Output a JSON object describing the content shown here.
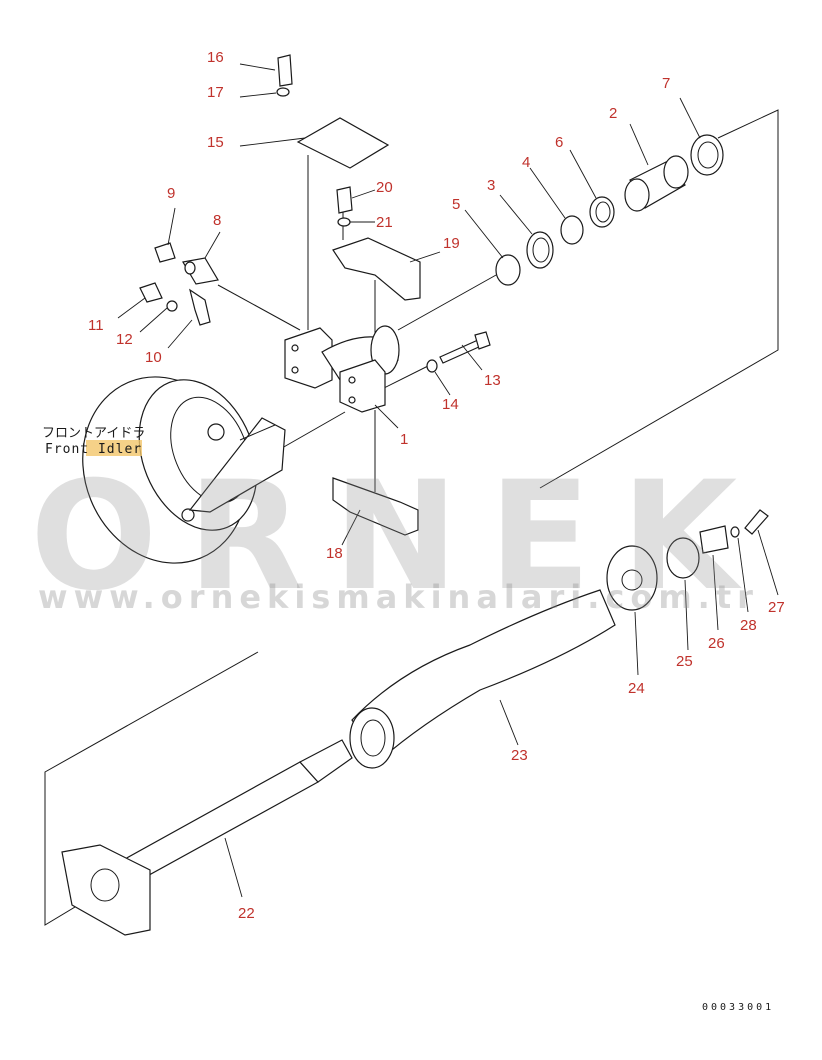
{
  "diagram": {
    "idler_label_jp": "フロントアイドラ",
    "idler_label_en": "Front Idler",
    "drawing_number": "00033001",
    "colors": {
      "part_number": "#c0322c",
      "line": "#1a1a1a",
      "highlight": "#f3c56a"
    }
  },
  "watermark": {
    "brand": "ORNEK",
    "url": "www.ornekismakinalari.com.tr"
  },
  "parts": [
    {
      "id": "1",
      "label": "1"
    },
    {
      "id": "2",
      "label": "2"
    },
    {
      "id": "3",
      "label": "3"
    },
    {
      "id": "4",
      "label": "4"
    },
    {
      "id": "5",
      "label": "5"
    },
    {
      "id": "6",
      "label": "6"
    },
    {
      "id": "7",
      "label": "7"
    },
    {
      "id": "8",
      "label": "8"
    },
    {
      "id": "9",
      "label": "9"
    },
    {
      "id": "10",
      "label": "10"
    },
    {
      "id": "11",
      "label": "11"
    },
    {
      "id": "12",
      "label": "12"
    },
    {
      "id": "13",
      "label": "13"
    },
    {
      "id": "14",
      "label": "14"
    },
    {
      "id": "15",
      "label": "15"
    },
    {
      "id": "16",
      "label": "16"
    },
    {
      "id": "17",
      "label": "17"
    },
    {
      "id": "18",
      "label": "18"
    },
    {
      "id": "19",
      "label": "19"
    },
    {
      "id": "20",
      "label": "20"
    },
    {
      "id": "21",
      "label": "21"
    },
    {
      "id": "22",
      "label": "22"
    },
    {
      "id": "23",
      "label": "23"
    },
    {
      "id": "24",
      "label": "24"
    },
    {
      "id": "25",
      "label": "25"
    },
    {
      "id": "26",
      "label": "26"
    },
    {
      "id": "27",
      "label": "27"
    },
    {
      "id": "28",
      "label": "28"
    }
  ]
}
